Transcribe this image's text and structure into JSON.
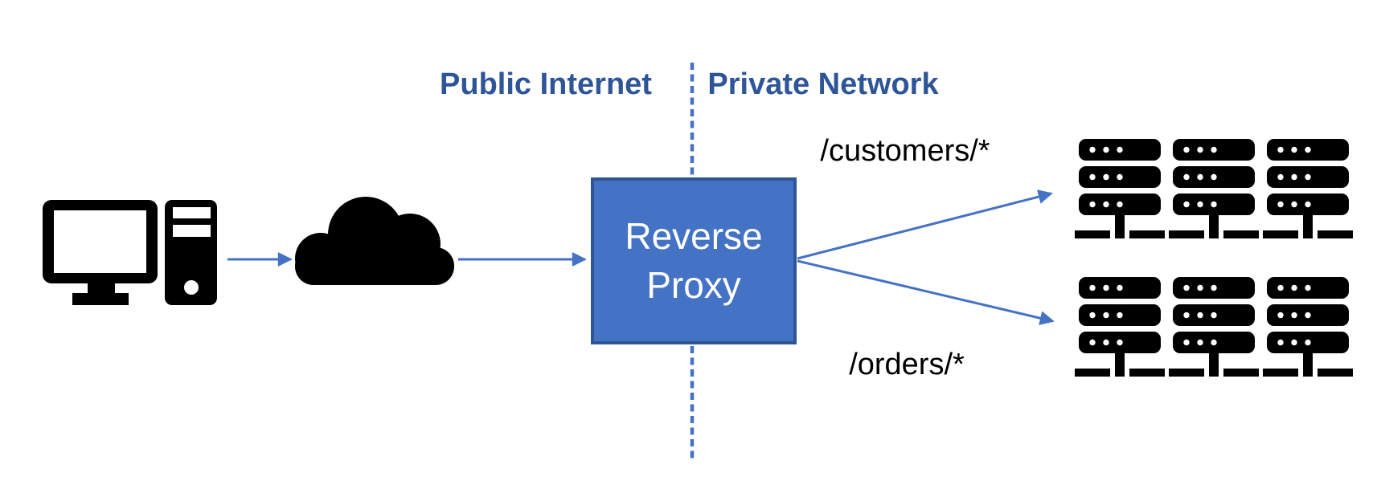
{
  "zones": {
    "public_label": "Public Internet",
    "private_label": "Private Network"
  },
  "proxy": {
    "title_line1": "Reverse",
    "title_line2": "Proxy"
  },
  "routes": {
    "customers": "/customers/*",
    "orders": "/orders/*"
  },
  "icons": {
    "client": "desktop-computer-icon",
    "internet": "cloud-icon",
    "backend": "server-rack-icon"
  },
  "clusters": [
    {
      "id": "customers-servers",
      "server_count": 3
    },
    {
      "id": "orders-servers",
      "server_count": 3
    }
  ],
  "colors": {
    "accent": "#4472C4",
    "box_fill": "#4472C4",
    "box_border": "#2F5597",
    "zone_label_text": "#2E5597",
    "route_text": "#000000",
    "icon_fill": "#000000",
    "background": "#FFFFFF"
  }
}
